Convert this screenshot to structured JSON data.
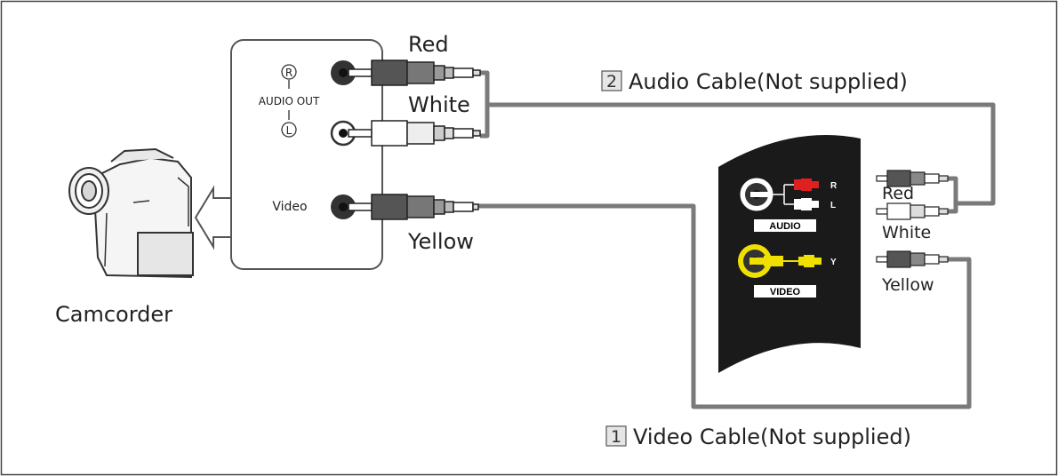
{
  "camcorder": {
    "label": "Camcorder",
    "audio_out_label": "AUDIO OUT",
    "right_symbol": "R",
    "left_symbol": "L",
    "video_label": "Video"
  },
  "cables": {
    "left_red": "Red",
    "left_white": "White",
    "left_yellow": "Yellow",
    "audio_number": "2",
    "audio_cable": "Audio Cable(Not supplied)",
    "video_number": "1",
    "video_cable": "Video Cable(Not supplied)"
  },
  "tv_panel": {
    "audio_label": "AUDIO",
    "video_label": "VIDEO",
    "r": "R",
    "l": "L",
    "y": "Y",
    "right_red": "Red",
    "right_white": "White",
    "right_yellow": "Yellow"
  },
  "colors": {
    "red_plug": "#e02020",
    "yellow_plug": "#f0e000",
    "cable": "#7a7a7a",
    "panel": "#1a1a1a"
  }
}
